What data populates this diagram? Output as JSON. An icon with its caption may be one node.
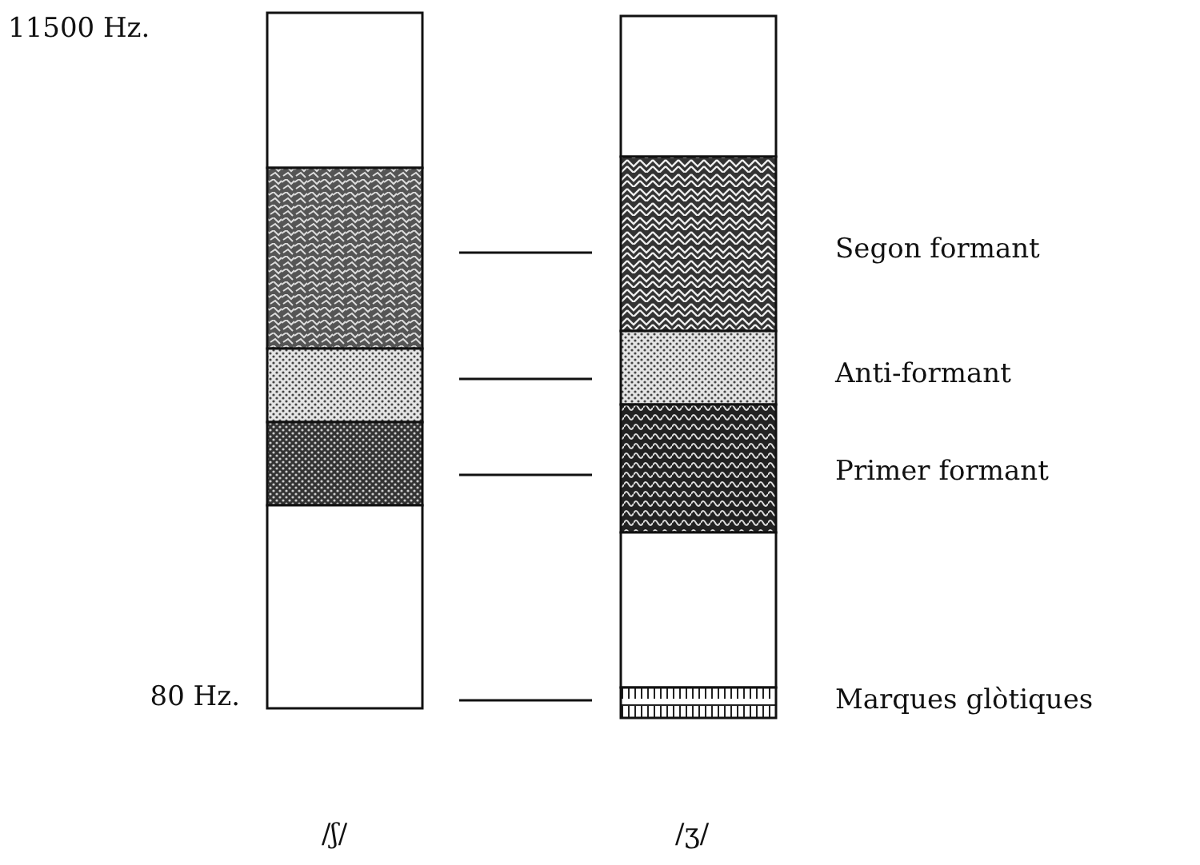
{
  "diagram": {
    "labels": [
      "11500 Hz.",
      "Segon formant",
      "Anti-formant",
      "Primer formant",
      "80 Hz.",
      "Marques glòtiques",
      "/ʃ/",
      "/ʒ/"
    ]
  }
}
